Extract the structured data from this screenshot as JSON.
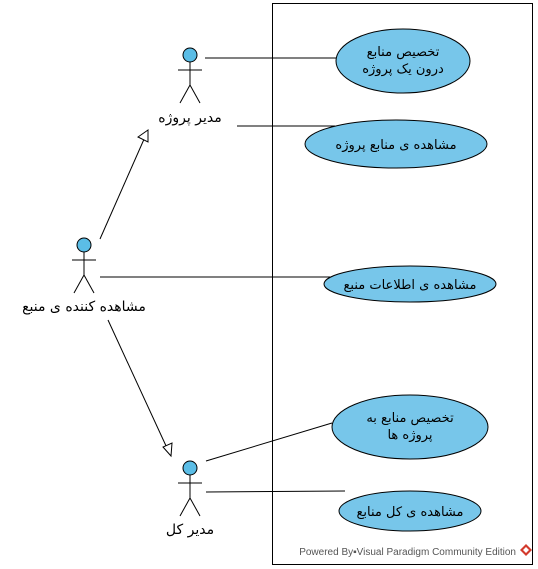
{
  "diagram": {
    "type": "use-case",
    "colors": {
      "usecase_fill": "#77c6ea",
      "actor_head_fill": "#5bbde6",
      "line": "#000000",
      "boundary": "#000000",
      "footer_logo": "#d33a2c"
    },
    "actors": [
      {
        "id": "project-manager",
        "label": "مدیر پروژه"
      },
      {
        "id": "resource-viewer",
        "label": "مشاهده کننده ی منبع"
      },
      {
        "id": "general-manager",
        "label": "مدیر کل"
      }
    ],
    "use_cases": [
      {
        "id": "uc1",
        "lines": [
          "تخصیص منابع",
          "درون یک پروژه"
        ]
      },
      {
        "id": "uc2",
        "lines": [
          "مشاهده ی منابع پروژه"
        ]
      },
      {
        "id": "uc3",
        "lines": [
          "مشاهده ی اطلاعات منبع"
        ]
      },
      {
        "id": "uc4",
        "lines": [
          "تخصیص منابع به",
          "پروژه ها"
        ]
      },
      {
        "id": "uc5",
        "lines": [
          "مشاهده ی کل منابع"
        ]
      }
    ],
    "associations": [
      {
        "from": "project-manager",
        "to": "uc1"
      },
      {
        "from": "project-manager",
        "to": "uc2"
      },
      {
        "from": "resource-viewer",
        "to": "uc3"
      },
      {
        "from": "general-manager",
        "to": "uc4"
      },
      {
        "from": "general-manager",
        "to": "uc5"
      }
    ],
    "generalizations": [
      {
        "child": "resource-viewer",
        "parent": "project-manager"
      },
      {
        "child": "resource-viewer",
        "parent": "general-manager"
      }
    ],
    "footer": {
      "text": "Powered By▪Visual Paradigm Community Edition",
      "logo_icon": "visual-paradigm-logo-icon"
    }
  }
}
